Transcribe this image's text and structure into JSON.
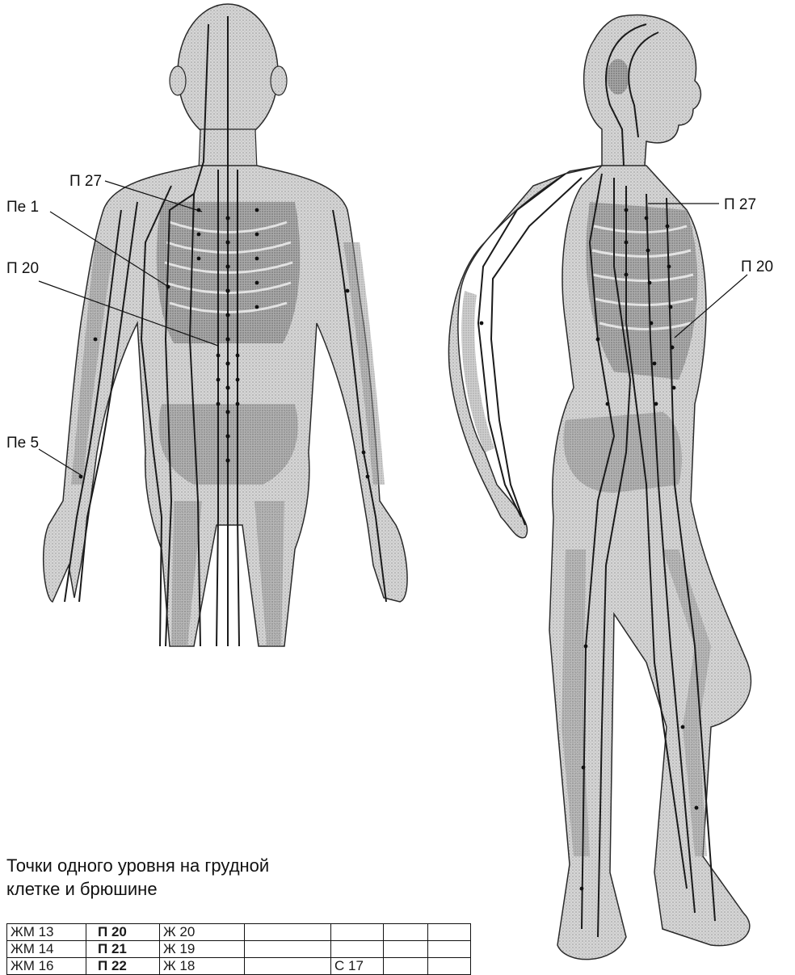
{
  "labels": {
    "front_p27": "П 27",
    "front_pe1": "Пе 1",
    "front_p20": "П 20",
    "front_pe5": "Пе 5",
    "side_p27": "П 27",
    "side_p20": "П 20"
  },
  "caption": {
    "line1": "Точки одного уровня на грудной",
    "line2": "клетке и брюшине"
  },
  "table": {
    "rows": [
      [
        "ЖМ 13",
        "П 20",
        "Ж 20",
        "",
        "",
        "",
        ""
      ],
      [
        "ЖМ 14",
        "П 21",
        "Ж 19",
        "",
        "",
        "",
        ""
      ],
      [
        "ЖМ 16",
        "П 22",
        "Ж 18",
        "",
        "С 17",
        "",
        ""
      ]
    ]
  },
  "colors": {
    "meridian": "#1a1a1a",
    "body_fill": "#d4d4d4",
    "body_dark": "#8e8e8e",
    "outline": "#2a2a2a"
  }
}
